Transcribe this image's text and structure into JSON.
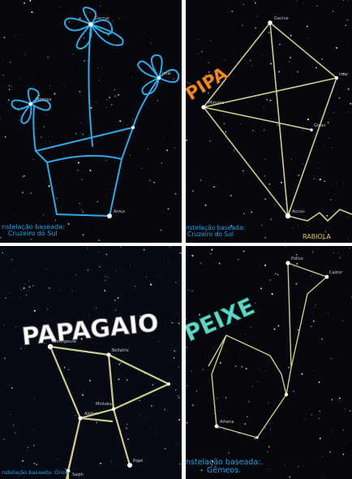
{
  "colors": {
    "sky": "#05070d",
    "flower_drawing": "#2fa8e6",
    "constellation_line": "#cfc98c",
    "pipa_title": "#f08a24",
    "rabiola": "#e6c84a",
    "papagaio_title": "#ffffff",
    "peixe_title": "#5fd6c4",
    "caption_blue": "#2aa0e0",
    "caption_white": "#ffffff"
  },
  "panels": [
    {
      "id": "cruzeiro",
      "star_labels": [
        "Gacrux",
        "Mimosa",
        "Imai",
        "Acrux"
      ],
      "caption_line1": "nstelação baseada:",
      "caption_line2": "Cruzeiro do Sul"
    },
    {
      "id": "pipa",
      "title": "PIPA",
      "tail_label": "RABIOLA",
      "star_labels": [
        "Gacrux",
        "Mimosa",
        "Imai",
        "Ginan",
        "Acrux"
      ],
      "caption_line1": "nstelação baseada:",
      "caption_line2": "Cruzeiro do Sul"
    },
    {
      "id": "papagaio",
      "title": "PAPAGAIO",
      "star_labels": [
        "Betelgeuse",
        "Bellatrix",
        "Mintaka",
        "Alnitak",
        "Rigel",
        "Saiph"
      ],
      "caption_line1": "nstelação baseada: Órion"
    },
    {
      "id": "peixe",
      "title": "PEIXE",
      "star_labels": [
        "Pollux",
        "Castor",
        "Alhena"
      ],
      "caption_line1": "nstelação baseada:.",
      "caption_line2": "Gêmeos."
    }
  ]
}
